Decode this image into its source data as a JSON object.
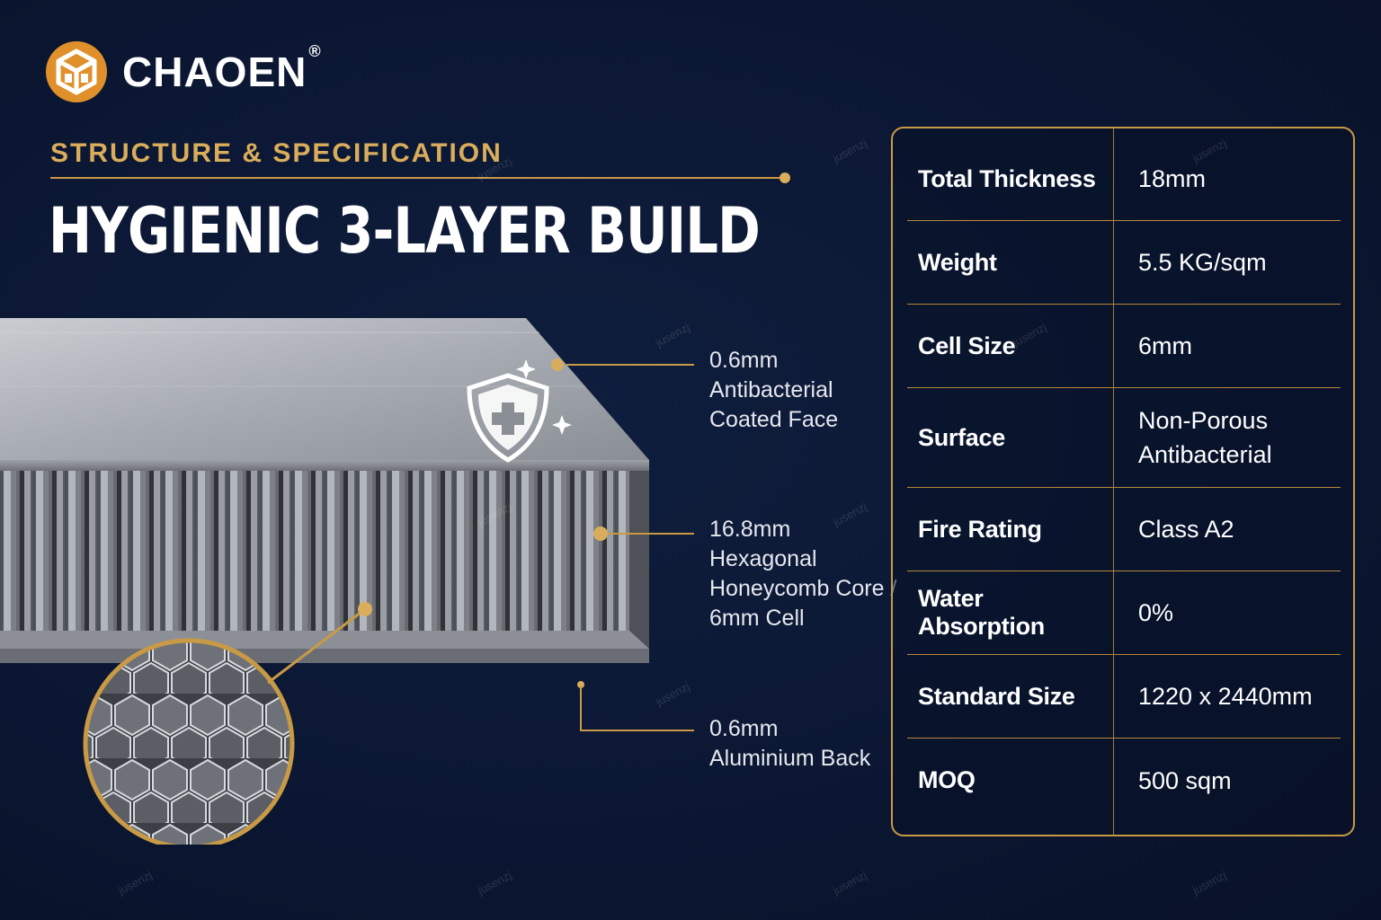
{
  "brand": {
    "name": "CHAOEN",
    "reg": "®"
  },
  "eyebrow": "STRUCTURE & SPECIFICATION",
  "headline": "HYGIENIC 3-LAYER BUILD",
  "callouts": [
    {
      "lines": [
        "0.6mm",
        "Antibacterial",
        "Coated Face"
      ]
    },
    {
      "lines": [
        "16.8mm",
        "Hexagonal",
        "Honeycomb Core /",
        "6mm Cell"
      ]
    },
    {
      "lines": [
        "0.6mm",
        "Aluminium Back"
      ]
    }
  ],
  "specs": [
    {
      "label": "Total Thickness",
      "value": [
        "18mm"
      ]
    },
    {
      "label": "Weight",
      "value": [
        "5.5 KG/sqm"
      ]
    },
    {
      "label": "Cell Size",
      "value": [
        "6mm"
      ]
    },
    {
      "label": "Surface",
      "value": [
        "Non-Porous",
        "Antibacterial"
      ]
    },
    {
      "label": "Fire Rating",
      "value": [
        "Class A2"
      ]
    },
    {
      "label": "Water Absorption",
      "value": [
        "0%"
      ]
    },
    {
      "label": "Standard Size",
      "value": [
        "1220 x 2440mm"
      ]
    },
    {
      "label": "MOQ",
      "value": [
        "500 sqm"
      ]
    }
  ],
  "watermark": "jusenzj",
  "colors": {
    "background": "#0b1733",
    "accent": "#d9ad5b",
    "logo": "#e0902a"
  },
  "icons": [
    "logo-cube-icon",
    "antibacterial-shield-icon",
    "sparkle-icon"
  ]
}
